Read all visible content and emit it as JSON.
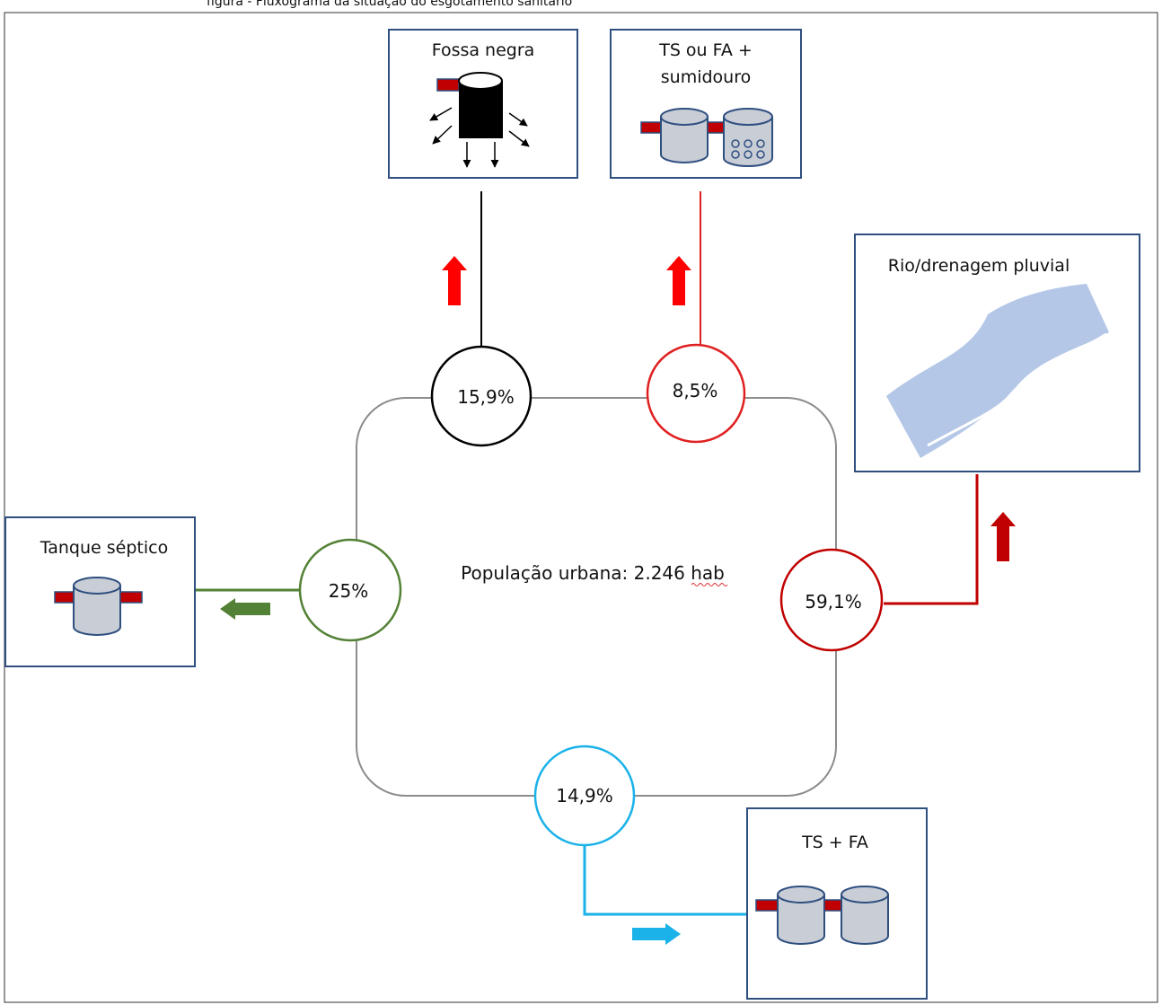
{
  "header": {
    "partial_caption": "figura - Fluxograma da situação do esgotamento sanitário"
  },
  "center": {
    "population_label": "População urbana: 2.246 hab"
  },
  "nodes": {
    "fossa_negra": {
      "pct": "15,9%",
      "color": "#000000"
    },
    "ts_fa_sumidouro": {
      "pct": "8,5%",
      "color": "#e02020"
    },
    "rio": {
      "pct": "59,1%",
      "color": "#c00000"
    },
    "ts_fa": {
      "pct": "14,9%",
      "color": "#1ab2e8"
    },
    "tanque_septico": {
      "pct": "25%",
      "color": "#538135"
    }
  },
  "boxes": {
    "fossa_negra": {
      "title": "Fossa negra"
    },
    "ts_fa_sumidouro": {
      "title_line1": "TS ou FA +",
      "title_line2": "sumidouro"
    },
    "rio": {
      "title": "Rio/drenagem pluvial"
    },
    "ts_fa": {
      "title": "TS + FA"
    },
    "tanque_septico": {
      "title": "Tanque séptico"
    }
  },
  "colors": {
    "box_border": "#2f4f7f",
    "loop": "#8c8c8c",
    "tank_fill": "#c8cdd6",
    "tank_stroke": "#2f4f7f",
    "pipe": "#c00000",
    "river": "#b4c7e7"
  }
}
